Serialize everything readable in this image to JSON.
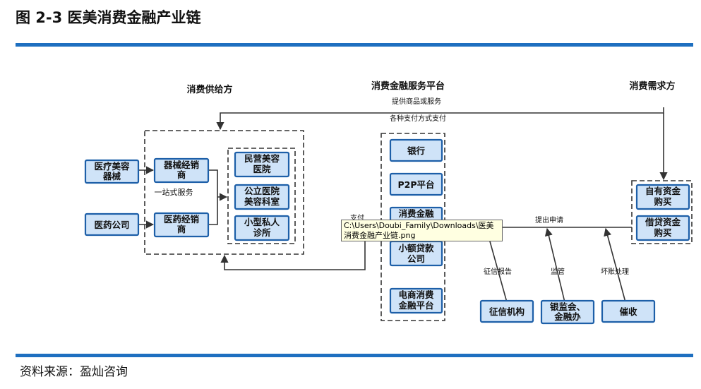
{
  "figure": {
    "title": "图 2-3 医美消费金融产业链",
    "source": "资料来源：盈灿咨询"
  },
  "headers": {
    "supply": "消费供给方",
    "platform": "消费金融服务平台",
    "demand": "消费需求方"
  },
  "flow_labels": {
    "provide": "提供商品或服务",
    "pay": "各种支付方式支付",
    "yizhanshi": "一站式服务",
    "zhifu": "支付",
    "apply": "提出申请",
    "credit_report": "征信报告",
    "supervise": "监管",
    "bad_debt": "坏账处理"
  },
  "nodes": {
    "equipment": [
      "医疗美容",
      "器械"
    ],
    "pharma": [
      "医药公司"
    ],
    "equip_dealer": [
      "器械经销",
      "商"
    ],
    "pharma_dealer": [
      "医药经销",
      "商"
    ],
    "private_hospital": [
      "民营美容",
      "医院"
    ],
    "public_hospital": [
      "公立医院",
      "美容科室"
    ],
    "small_clinic": [
      "小型私人",
      "诊所"
    ],
    "bank": [
      "银行"
    ],
    "p2p": [
      "P2P平台"
    ],
    "consumer_finance": [
      "消费金融"
    ],
    "microloan": [
      "小额贷款",
      "公司"
    ],
    "ecommerce": [
      "电商消费",
      "金融平台"
    ],
    "self_funded": [
      "自有资金",
      "购买"
    ],
    "loan_purchase": [
      "借贷资金",
      "购买"
    ],
    "credit_agency": [
      "征信机构"
    ],
    "regulators": [
      "银监会、",
      "金融办"
    ],
    "collection": [
      "催收"
    ]
  },
  "tooltip": {
    "text": "C:\\Users\\Doubi_Family\\Downloads\\医美消费金融产业链.png"
  },
  "colors": {
    "accent": "#1e6fc0",
    "node_fill": "#cfe3f8",
    "node_border": "#1d5fa8"
  }
}
